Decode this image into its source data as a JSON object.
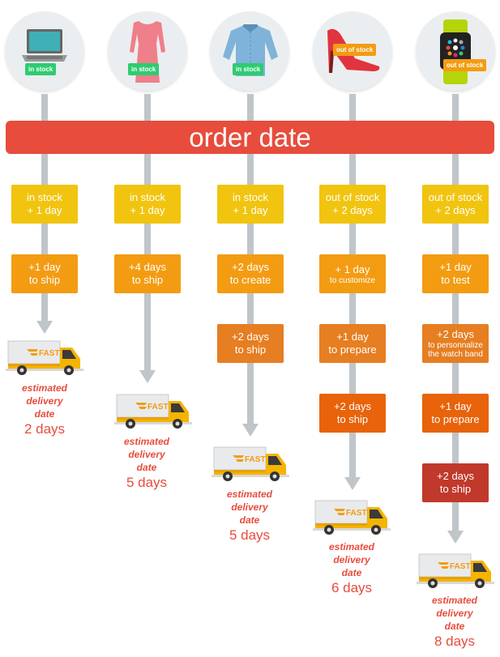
{
  "banner": {
    "label": "order date",
    "color": "#e74c3c"
  },
  "colors": {
    "line": "#bfc5c9",
    "in_stock_badge": "#2ecc71",
    "out_of_stock_badge": "#f39c12",
    "step_yellow": "#f1c40f",
    "step_orange": "#f39c12",
    "step_dark_orange": "#e67e22",
    "step_deep_orange": "#e8630a",
    "step_red": "#c0392b",
    "estimate_text": "#e74c3c"
  },
  "truck_logo": "FAST",
  "columns": [
    {
      "product": "laptop",
      "badge": "in stock",
      "steps": [
        {
          "line1": "in stock",
          "line2": "+ 1 day"
        },
        {
          "line1": "+1 day",
          "line2": "to ship"
        }
      ],
      "estimate_label": [
        "estimated",
        "delivery",
        "date"
      ],
      "estimate_days": "2 days"
    },
    {
      "product": "dress",
      "badge": "in stock",
      "steps": [
        {
          "line1": "in stock",
          "line2": "+ 1 day"
        },
        {
          "line1": "+4 days",
          "line2": "to ship"
        }
      ],
      "estimate_label": [
        "estimated",
        "delivery",
        "date"
      ],
      "estimate_days": "5 days"
    },
    {
      "product": "shirt",
      "badge": "in stock",
      "steps": [
        {
          "line1": "in stock",
          "line2": "+ 1 day"
        },
        {
          "line1": "+2 days",
          "line2": "to create"
        },
        {
          "line1": "+2 days",
          "line2": "to ship"
        }
      ],
      "estimate_label": [
        "estimated",
        "delivery",
        "date"
      ],
      "estimate_days": "5 days"
    },
    {
      "product": "high-heel shoe",
      "badge": "out of stock",
      "steps": [
        {
          "line1": "out of stock",
          "line2": "+ 2 days"
        },
        {
          "line1": "+ 1 day",
          "line2": "to customize"
        },
        {
          "line1": "+1 day",
          "line2": "to prepare"
        },
        {
          "line1": "+2 days",
          "line2": "to ship"
        }
      ],
      "estimate_label": [
        "estimated",
        "delivery",
        "date"
      ],
      "estimate_days": "6 days"
    },
    {
      "product": "smartwatch",
      "badge": "out of stock",
      "steps": [
        {
          "line1": "out of stock",
          "line2": "+ 2 days"
        },
        {
          "line1": "+1 day",
          "line2": "to test"
        },
        {
          "line1": "+2 days",
          "line2": "to personnalize",
          "line3": "the watch band"
        },
        {
          "line1": "+1 day",
          "line2": "to prepare"
        },
        {
          "line1": "+2 days",
          "line2": "to ship"
        }
      ],
      "estimate_label": [
        "estimated",
        "delivery",
        "date"
      ],
      "estimate_days": "8 days"
    }
  ]
}
